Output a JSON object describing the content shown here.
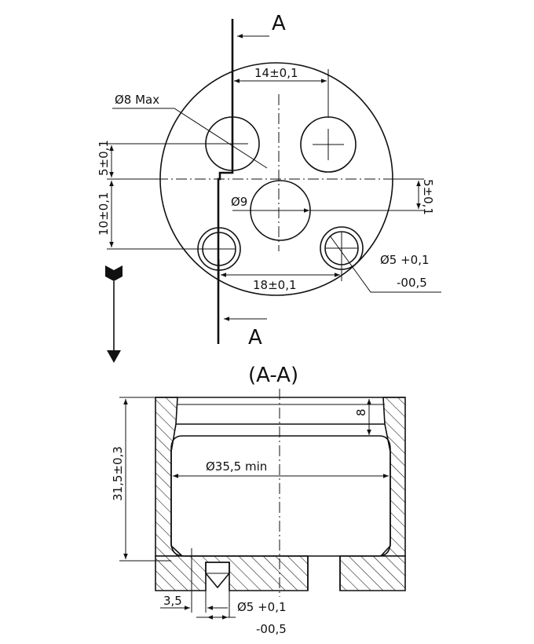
{
  "section": {
    "marker_letter": "A",
    "title": "(A-A)"
  },
  "top_view": {
    "dims": {
      "spacing_top": "14±0,1",
      "hole_top_dia": "Ø8 Max",
      "offset_upper": "5±0,1",
      "offset_lower": "10±0,1",
      "offset_right": "5±0,1",
      "center_hole_dia": "Ø9",
      "spacing_bottom": "18±0,1",
      "small_hole_dia_line1": "Ø5 +0,1",
      "small_hole_dia_line2": "-00,5"
    }
  },
  "section_view": {
    "dims": {
      "height": "31,5±0,3",
      "recess_depth": "8",
      "inner_dia": "Ø35,5 min",
      "chamfer": "3,5",
      "hole_dia_line1": "Ø5 +0,1",
      "hole_dia_line2": "-00,5"
    }
  }
}
